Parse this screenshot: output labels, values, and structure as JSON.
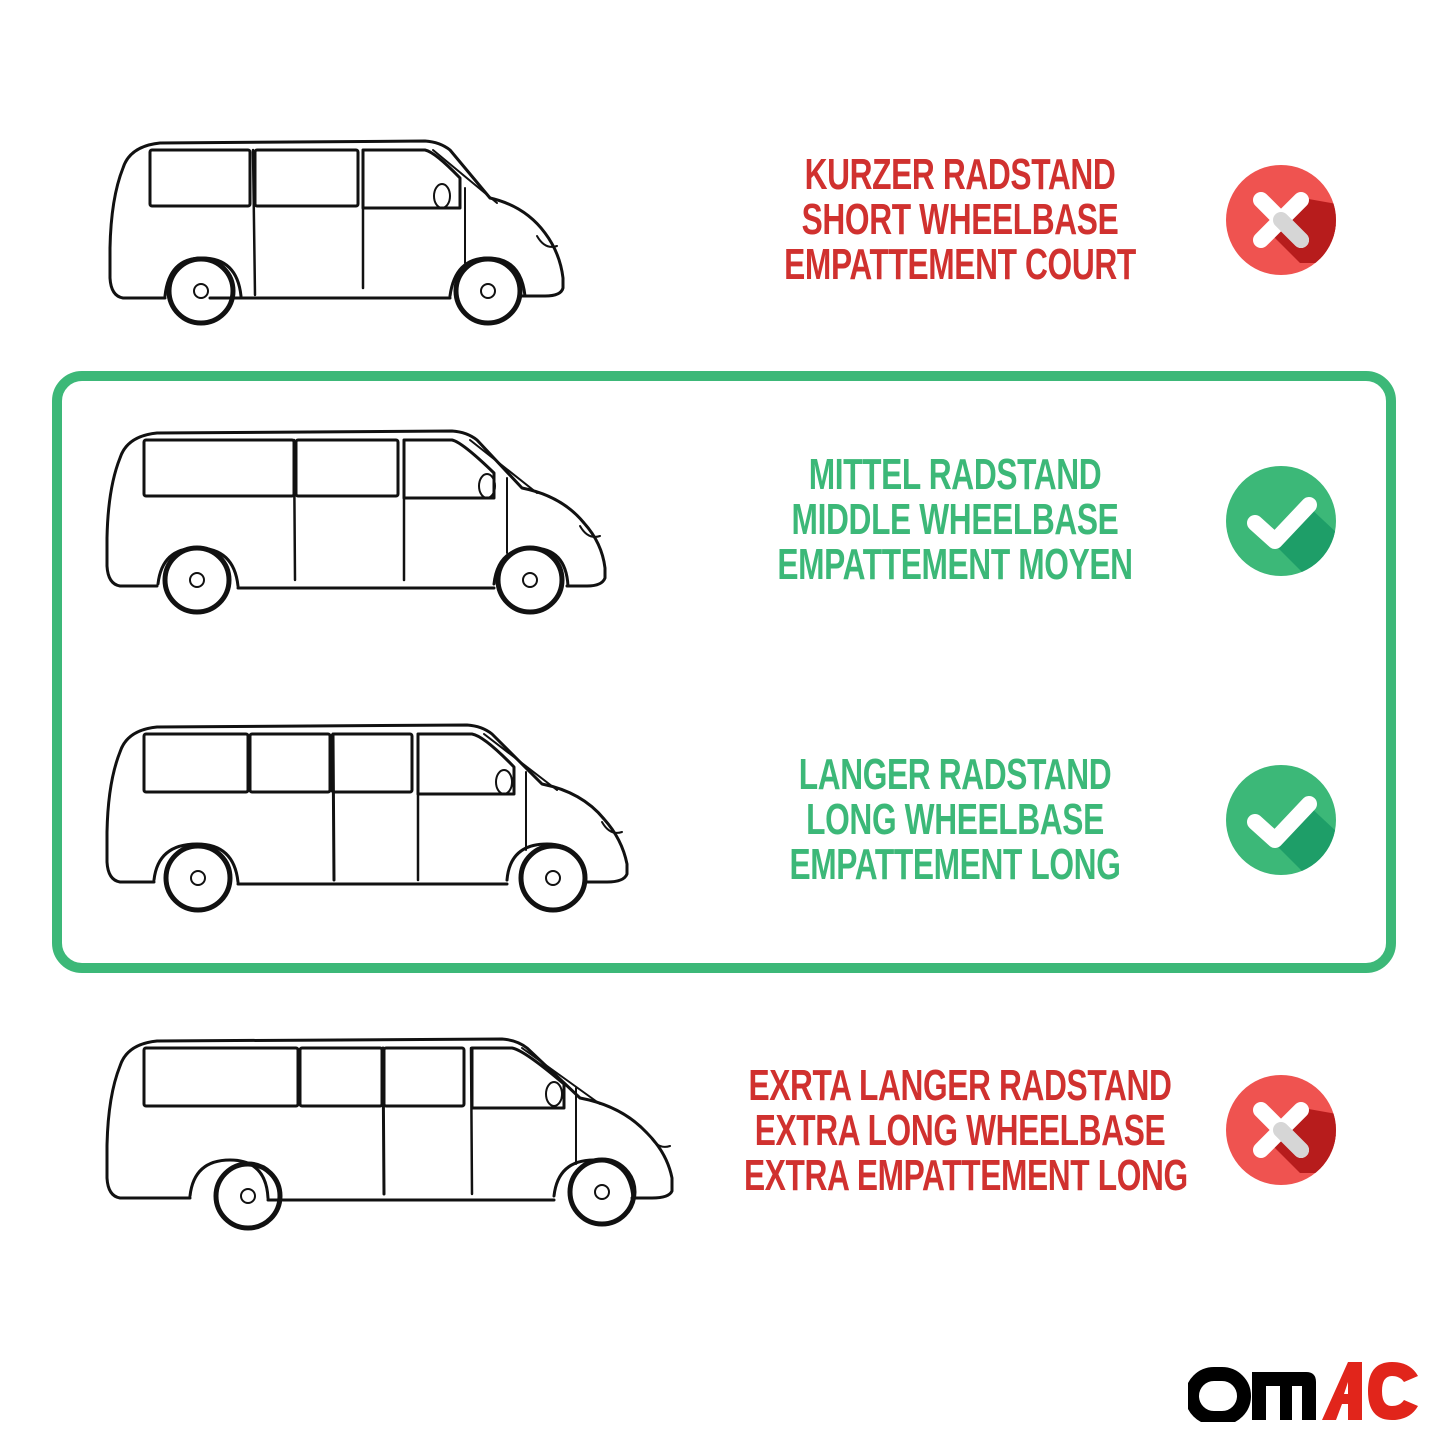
{
  "colors": {
    "red": "#d0312f",
    "green": "#3cb878",
    "frame": "#3cb878",
    "logo_black": "#000000",
    "logo_red": "#e1251b"
  },
  "rows": [
    {
      "id": "short",
      "lines": [
        "KURZER RADSTAND",
        "SHORT WHEELBASE",
        "EMPATTEMENT COURT"
      ],
      "status": "incompatible",
      "icon": "cross-icon",
      "color": "red"
    },
    {
      "id": "middle",
      "lines": [
        "MITTEL RADSTAND",
        "MIDDLE WHEELBASE",
        "EMPATTEMENT MOYEN"
      ],
      "status": "compatible",
      "icon": "check-icon",
      "color": "green"
    },
    {
      "id": "long",
      "lines": [
        "LANGER RADSTAND",
        "LONG WHEELBASE",
        "EMPATTEMENT LONG"
      ],
      "status": "compatible",
      "icon": "check-icon",
      "color": "green"
    },
    {
      "id": "extra-long",
      "lines": [
        "EXRTA LANGER RADSTAND",
        "EXTRA LONG WHEELBASE",
        "EXTRA EMPATTEMENT LONG"
      ],
      "status": "incompatible",
      "icon": "cross-icon",
      "color": "red"
    }
  ],
  "logo": {
    "part_black": "om",
    "part_red": "AC",
    "text": "OMAC"
  }
}
